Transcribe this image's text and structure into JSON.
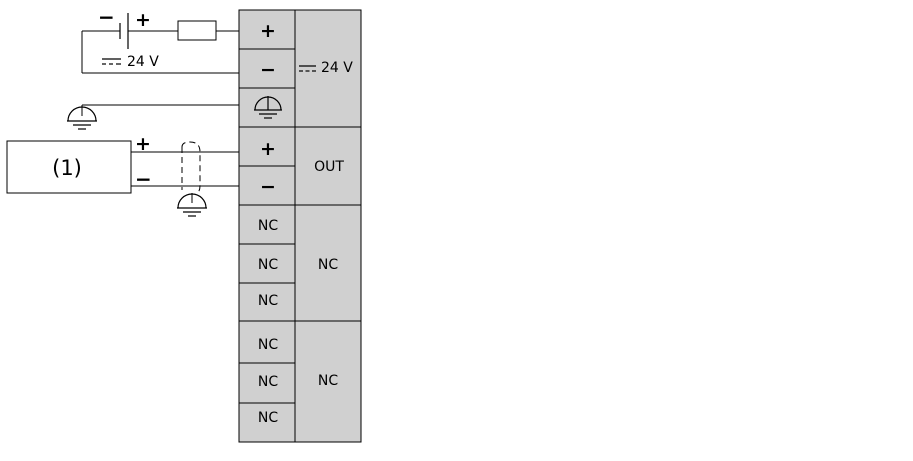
{
  "colors": {
    "terminal_fill": "#d0d0d0",
    "line": "#000000",
    "background": "#ffffff"
  },
  "supply": {
    "minus": "−",
    "plus": "+",
    "voltage": "24 V"
  },
  "device": {
    "label": "(1)",
    "plus": "+",
    "minus": "−"
  },
  "terminal_block": {
    "pins": [
      {
        "label": "+"
      },
      {
        "label": "−"
      },
      {
        "label": "",
        "icon": "ground-icon"
      },
      {
        "label": "+"
      },
      {
        "label": "−"
      },
      {
        "label": "NC"
      },
      {
        "label": "NC"
      },
      {
        "label": "NC"
      },
      {
        "label": "NC"
      },
      {
        "label": "NC"
      },
      {
        "label": "NC"
      }
    ],
    "groups": [
      {
        "label": "24 V"
      },
      {
        "label": "OUT"
      },
      {
        "label": "NC"
      },
      {
        "label": "NC"
      }
    ]
  }
}
